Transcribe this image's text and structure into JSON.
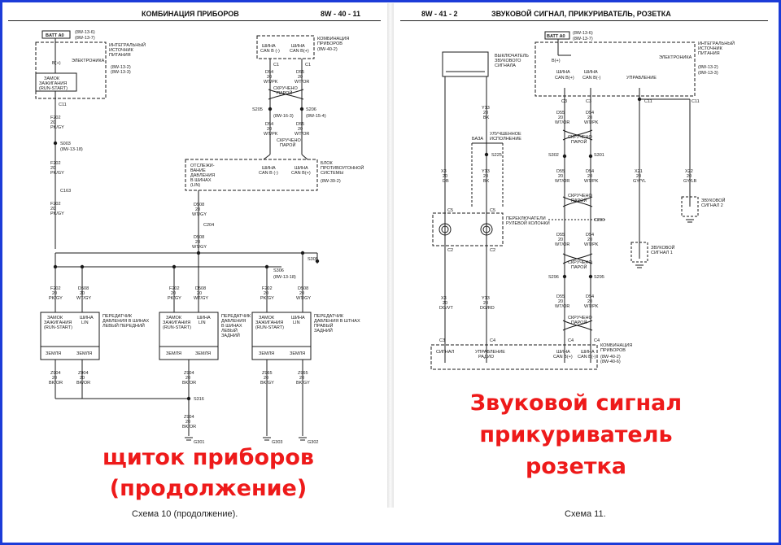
{
  "left": {
    "header_title": "КОМБИНАЦИЯ ПРИБОРОВ",
    "header_code": "8W - 40 - 11",
    "batt": "BATT A0",
    "batt_refs": [
      "(8W-13-6)",
      "(8W-13-7)"
    ],
    "ipm_title": [
      "ИНТЕГРАЛЬНЫЙ",
      "ИСТОЧНИК",
      "ПИТАНИЯ"
    ],
    "electronics": "ЭЛЕКТРОНИКА",
    "ipm_refs": [
      "(8W-13-2)",
      "(8W-13-3)"
    ],
    "ign_switch": [
      "ЗАМОК",
      "ЗАЖИГАНИЯ",
      "(RUN-START)"
    ],
    "b_plus": "B(+)",
    "c11": "C11",
    "wire_f202": [
      "F202",
      "20",
      "PK/GY"
    ],
    "s003": "S003",
    "s003_ref": "(8W-13-18)",
    "c163": "C163",
    "cluster_title": [
      "КОМБИНАЦИЯ",
      "ПРИБОРОВ"
    ],
    "cluster_ref": "(8W-40-2)",
    "can_bus_minus": [
      "ШИНА",
      "CAN B (-)"
    ],
    "can_bus_plus": [
      "ШИНА",
      "CAN B(+)"
    ],
    "c1": "C1",
    "wire_d54": [
      "D54",
      "20",
      "WT/PK"
    ],
    "wire_d55": [
      "D55",
      "20",
      "WT/OR"
    ],
    "twisted_pair": [
      "СКРУЧЕНО",
      "ПАРОЙ"
    ],
    "s205": "S205",
    "s206": "S206",
    "s205_ref": "(8W-16-3)",
    "s206_ref": "(8W-15-4)",
    "tpm_block_title": [
      "БЛОК",
      "ПРОТИВОУГОННОЙ",
      "СИСТЕМЫ"
    ],
    "tpm_ref": "(8W-39-2)",
    "tracking": [
      "ОТСЛЕЖИ-",
      "ВАНИЕ",
      "ДАВЛЕНИЯ",
      "В ШИНАХ",
      "(LIN)"
    ],
    "wire_d508": [
      "D508",
      "20",
      "WT/GY"
    ],
    "c204": "C204",
    "s306": "S306",
    "s305": "S305",
    "s306_ref": "(8W-13-18)",
    "sensor_fl": [
      "ПЕРЕДАТЧИК",
      "ДАВЛЕНИЯ В ШИНАХ",
      "ЛЕВЫЙ ПЕРЕДНИЙ"
    ],
    "sensor_rl": [
      "ПЕРЕДАТЧИК",
      "ДАВЛЕНИЯ",
      "В ШИНАХ",
      "ЛЕВЫЙ",
      "ЗАДНИЙ"
    ],
    "sensor_rr": [
      "ПЕРЕДАТЧИК",
      "ДАВЛЕНИЯ В ШТНАХ",
      "ПРАВЫЙ",
      "ЗАДНИЙ"
    ],
    "sensor_ign": [
      "ЗАМОК",
      "ЗАЖИГАНИЯ",
      "(RUN-START)"
    ],
    "sensor_lin": [
      "ШИНА",
      "LIN"
    ],
    "ground": "ЗЕМЛЯ",
    "wire_z904": [
      "Z904",
      "20",
      "BK/OR"
    ],
    "wire_z965": [
      "Z965",
      "20",
      "BK/GY"
    ],
    "s316": "S316",
    "g301": "G301",
    "g303": "G303",
    "g302": "G302",
    "overlay": [
      "щиток приборов",
      "(продолжение)"
    ],
    "caption": "Схема 10 (продолжение)."
  },
  "right": {
    "header_code": "8W - 41 - 2",
    "header_title": "ЗВУКОВОЙ СИГНАЛ, ПРИКУРИВАТЕЛЬ, РОЗЕТКА",
    "batt": "BATT A0",
    "batt_refs": [
      "(8W-13-6)",
      "(8W-13-7)"
    ],
    "ipm_title": [
      "ИНТЕГРАЛЬНЫЙ",
      "ИСТОЧНИК",
      "ПИТАНИЯ"
    ],
    "electronics": "ЭЛЕКТРОНИКА",
    "ipm_refs": [
      "(8W-13-2)",
      "(8W-13-3)"
    ],
    "b_plus": "B(+)",
    "can_plus": [
      "ШИНА",
      "CAN B(+)"
    ],
    "can_minus": [
      "ШИНА",
      "CAN B(-)"
    ],
    "control": "УПРАВЛЕНИЕ",
    "horn_switch": [
      "ВЫКЛЮЧАТЕЛЬ",
      "ЗВУКОВОГО",
      "СИГНАЛА"
    ],
    "base": "БАЗА",
    "improved": [
      "УЛУЧШЕННОЕ",
      "ИСПОЛНЕНИЕ"
    ],
    "wire_y13": [
      "Y13",
      "20",
      "BK"
    ],
    "wire_x3": [
      "X3",
      "20",
      "DB"
    ],
    "s225": "S225",
    "s302": "S302",
    "s301": "S301",
    "c200": "C200",
    "s296": "S296",
    "s295": "S295",
    "c5": "C5",
    "c2": "C2",
    "c3": "C3",
    "c11": "C11",
    "c4": "C4",
    "column_switch": [
      "ПЕРЕКЛЮЧАТЕЛИ",
      "РУЛЕВОЙ КОЛОНКИ"
    ],
    "wire_d55": [
      "D55",
      "20",
      "WT/OR"
    ],
    "wire_d54": [
      "D54",
      "20",
      "WT/PK"
    ],
    "twisted_pair": [
      "СКРУЧЕНО",
      "ПАРОЙ"
    ],
    "wire_x21": [
      "X21",
      "20",
      "GY/YL"
    ],
    "wire_x22": [
      "X22",
      "20",
      "GY/LB"
    ],
    "horn1": [
      "ЗВУКОВОЙ",
      "СИГНАЛ 1"
    ],
    "horn2": [
      "ЗВУКОВОЙ",
      "СИГНАЛ 2"
    ],
    "wire_x3b": [
      "X3",
      "20",
      "DG/VT"
    ],
    "wire_y13b": [
      "Y13",
      "20",
      "DG/RD"
    ],
    "signal": "СИГНАЛ",
    "radio_control": [
      "УПРАВЛЕНИЕ",
      "РАДИО"
    ],
    "cluster": [
      "КОМБИНАЦИЯ",
      "ПРИБОРОВ"
    ],
    "cluster_refs": [
      "(8W-40-2)",
      "(8W-40-6)"
    ],
    "overlay": [
      "Звуковой сигнал",
      "прикуриватель",
      "розетка"
    ],
    "caption": "Схема 11."
  },
  "colors": {
    "frame": "#1c3cd8",
    "overlay": "#ee1a1a",
    "ink": "#1a1a1a"
  }
}
